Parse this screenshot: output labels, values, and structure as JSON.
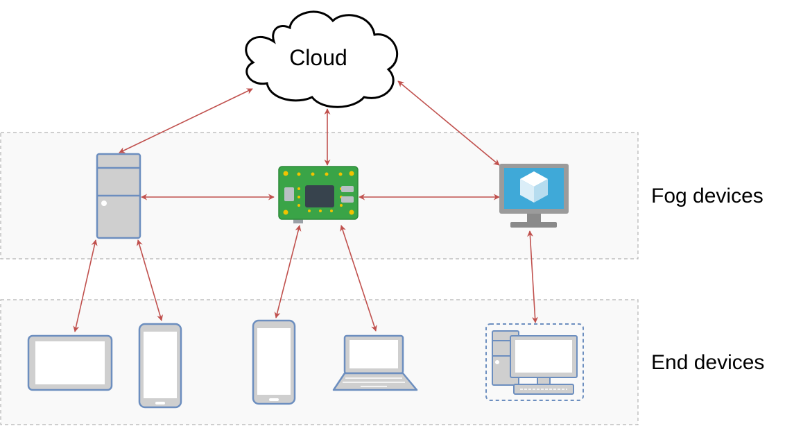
{
  "nodes": {
    "cloud": {
      "label": "Cloud",
      "icon": "cloud-icon"
    },
    "fog": [
      {
        "icon": "server-tower-icon"
      },
      {
        "icon": "circuit-board-icon"
      },
      {
        "icon": "virtual-machine-monitor-icon"
      }
    ],
    "end": [
      {
        "icon": "tablet-icon"
      },
      {
        "icon": "smartphone-icon"
      },
      {
        "icon": "smartphone-icon"
      },
      {
        "icon": "laptop-icon"
      },
      {
        "icon": "desktop-computer-icon"
      }
    ]
  },
  "tiers": {
    "fog": "Fog devices",
    "end": "End devices"
  },
  "colors": {
    "arrow": "#c0504d",
    "device_stroke": "#6c8ebf",
    "device_fill": "#cfcfcf",
    "board_green": "#3aa447",
    "vm_screen": "#3fa9d8",
    "tier_border": "#b3b3b3",
    "tier_fill": "#f9f9f9"
  }
}
